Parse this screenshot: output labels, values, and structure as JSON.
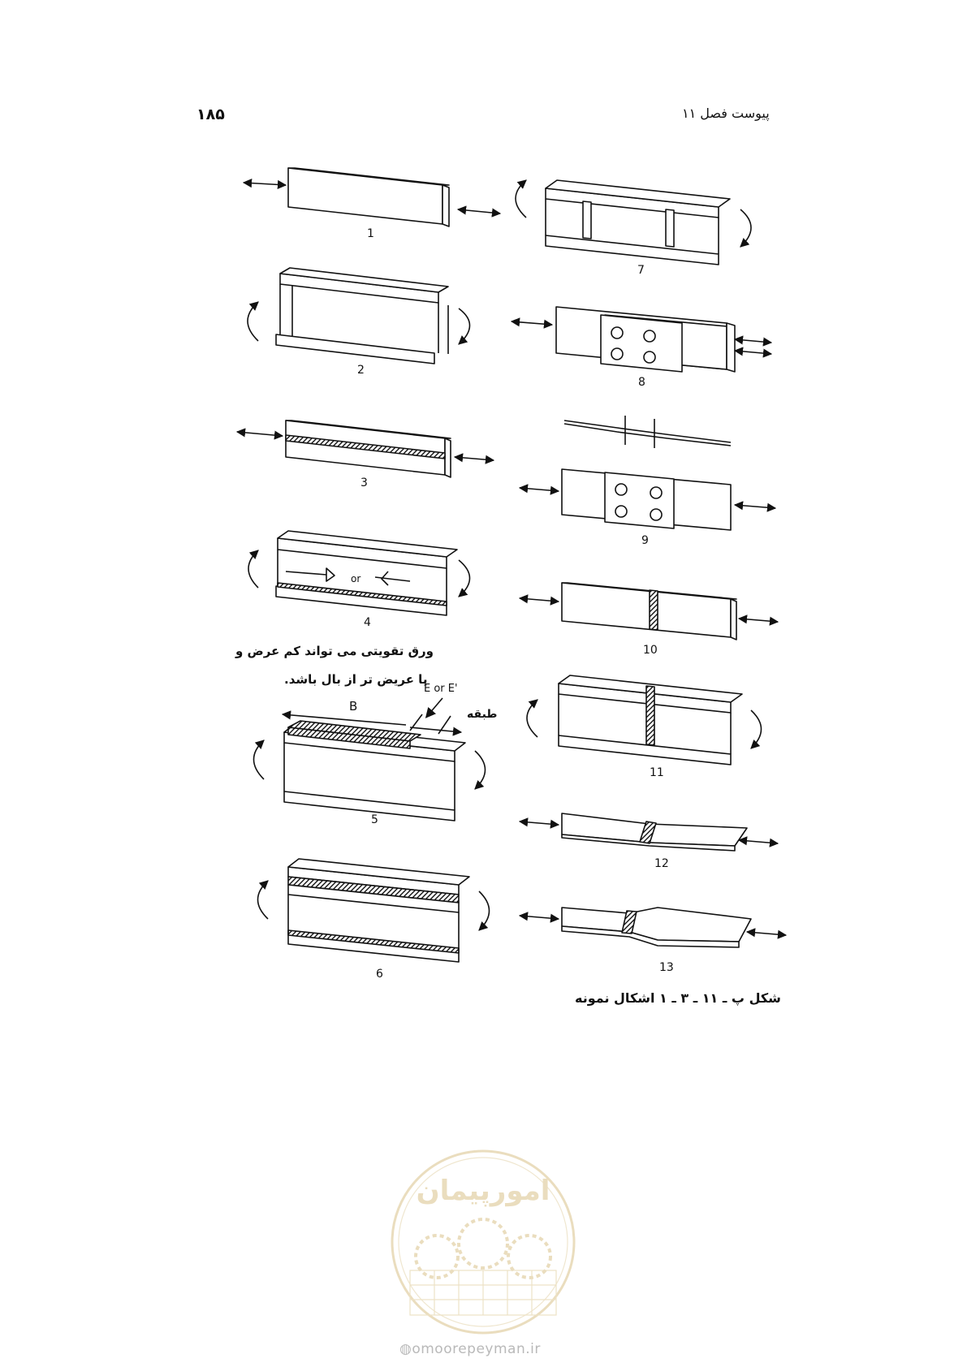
{
  "header": {
    "page_number": "۱۸۵",
    "section_title": "پیوست فصل ۱۱"
  },
  "figure": {
    "labels": [
      "1",
      "2",
      "3",
      "4",
      "5",
      "6",
      "7",
      "8",
      "9",
      "10",
      "11",
      "12",
      "13"
    ],
    "weld_symbol_or": "or",
    "dimension_B": "B",
    "dimension_E": "E or E'",
    "note_line1": "ورق تقویتی می تواند کم عرض و",
    "note_line2": "یا عریض تر از بال باشد.",
    "note_layer": "طبقه",
    "caption": "شکل پ ـ ۱۱ ـ ۳ ـ ۱  اشکال نمونه"
  },
  "watermark": {
    "url": "omoorepeyman.ir",
    "logo_text": "امورپیمان"
  }
}
